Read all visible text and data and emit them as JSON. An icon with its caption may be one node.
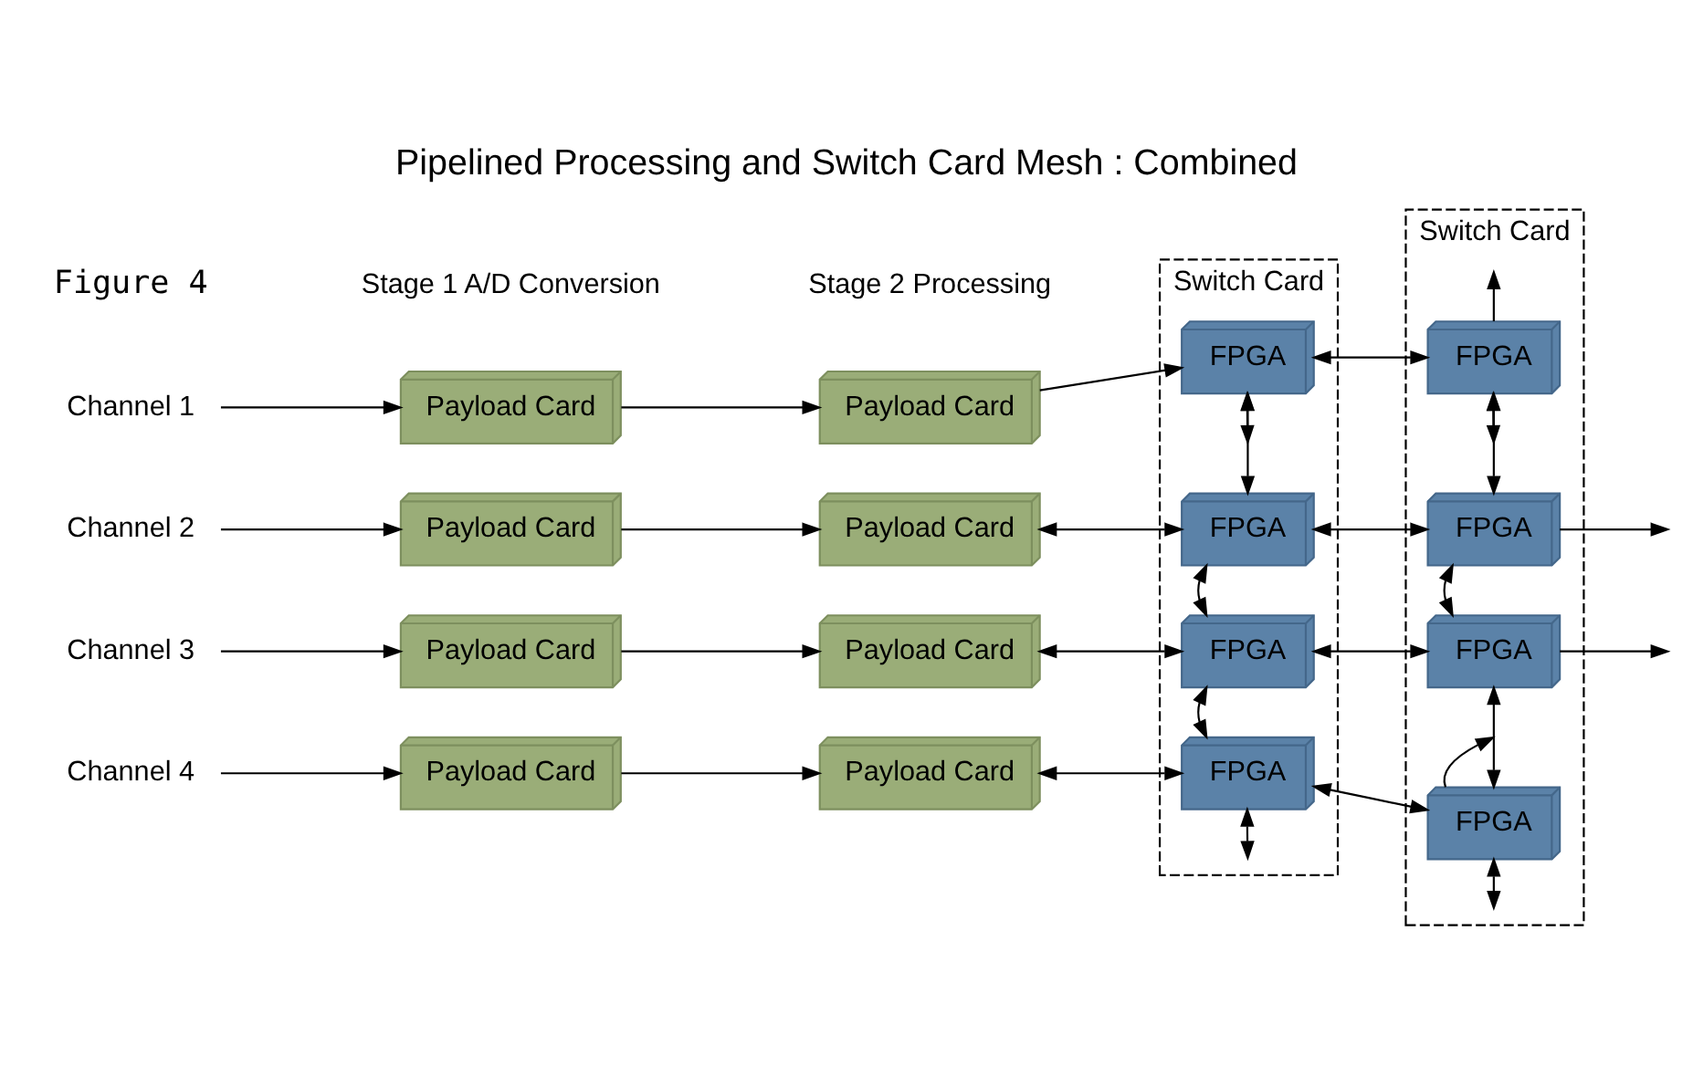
{
  "diagram": {
    "title": "Pipelined Processing and Switch Card Mesh : Combined",
    "caption": "Figure 4",
    "nodes": [
      {
        "text": [
          "Channel 1"
        ]
      },
      {
        "text": [
          "Channel 2"
        ]
      },
      {
        "text": [
          "Channel 3"
        ]
      },
      {
        "text": [
          "Channel 4"
        ]
      },
      {
        "text": [
          "Payload Card"
        ]
      },
      {
        "text": [
          "Payload Card"
        ]
      },
      {
        "text": [
          "Payload Card"
        ]
      },
      {
        "text": [
          "Payload Card"
        ]
      },
      {
        "text": [
          "Payload Card"
        ]
      },
      {
        "text": [
          "Payload Card"
        ]
      },
      {
        "text": [
          "Payload Card"
        ]
      },
      {
        "text": [
          "Payload Card"
        ]
      },
      {
        "text": [
          "Switch Card"
        ]
      },
      {
        "text": [
          "FPGA"
        ],
        "in": 12
      },
      {
        "text": [
          "FPGA"
        ],
        "in": 12
      },
      {
        "text": [
          "FPGA"
        ],
        "in": 12
      },
      {
        "text": [
          "FPGA"
        ],
        "in": 12
      },
      {
        "text": [
          "Switch Card"
        ]
      },
      {
        "text": [
          "FPGA"
        ],
        "in": 17
      },
      {
        "text": [
          "FPGA"
        ],
        "in": 17
      },
      {
        "text": [
          "FPGA"
        ],
        "in": 17
      },
      {
        "text": [
          "FPGA"
        ],
        "in": 17
      }
    ],
    "edges": [
      {
        "from": 0,
        "to": 4,
        "arrow": "to"
      },
      {
        "from": 1,
        "to": 5,
        "arrow": "to"
      },
      {
        "from": 2,
        "to": 6,
        "arrow": "to"
      },
      {
        "from": 3,
        "to": 7,
        "arrow": "to"
      },
      {
        "from": 4,
        "to": 8,
        "arrow": "to"
      },
      {
        "from": 5,
        "to": 9,
        "arrow": "to"
      },
      {
        "from": 6,
        "to": 10,
        "arrow": "to"
      },
      {
        "from": 7,
        "to": 11,
        "arrow": "to"
      },
      {
        "from": 8,
        "to": 13,
        "arrow": "to"
      },
      {
        "from": 9,
        "to": 14,
        "arrow": "both"
      },
      {
        "from": 10,
        "to": 15,
        "arrow": "both"
      },
      {
        "from": 11,
        "to": 16,
        "arrow": "both"
      },
      {
        "from": 13,
        "to": 18,
        "arrow": "both"
      },
      {
        "from": 14,
        "to": 19,
        "arrow": "both"
      },
      {
        "from": 15,
        "to": 20,
        "arrow": "both"
      },
      {
        "from": 16,
        "to": 21,
        "arrow": "both"
      },
      {
        "from": 18,
        "to": null,
        "arrow": "to"
      },
      {
        "from": 19,
        "to": null,
        "arrow": "to"
      },
      {
        "from": 20,
        "to": null,
        "arrow": "to"
      },
      {
        "from": 21,
        "to": null,
        "arrow": "to"
      },
      {
        "from": 13,
        "to": 14,
        "arrow": "both"
      },
      {
        "from": 14,
        "to": 15,
        "arrow": "both"
      },
      {
        "from": 15,
        "to": 16,
        "arrow": "both"
      },
      {
        "from": 18,
        "to": 19,
        "arrow": "both"
      },
      {
        "from": 19,
        "to": 20,
        "arrow": "both"
      },
      {
        "from": 20,
        "to": 21,
        "arrow": "both"
      },
      {
        "from": null,
        "to": 13,
        "arrow": "both"
      },
      {
        "from": null,
        "to": 18,
        "arrow": "both"
      },
      {
        "from": null,
        "to": 16,
        "arrow": "both"
      },
      {
        "from": null,
        "to": 21,
        "arrow": "both"
      }
    ],
    "labels": [
      "Stage 1 A/D Conversion",
      "Stage 2 Processing"
    ]
  }
}
